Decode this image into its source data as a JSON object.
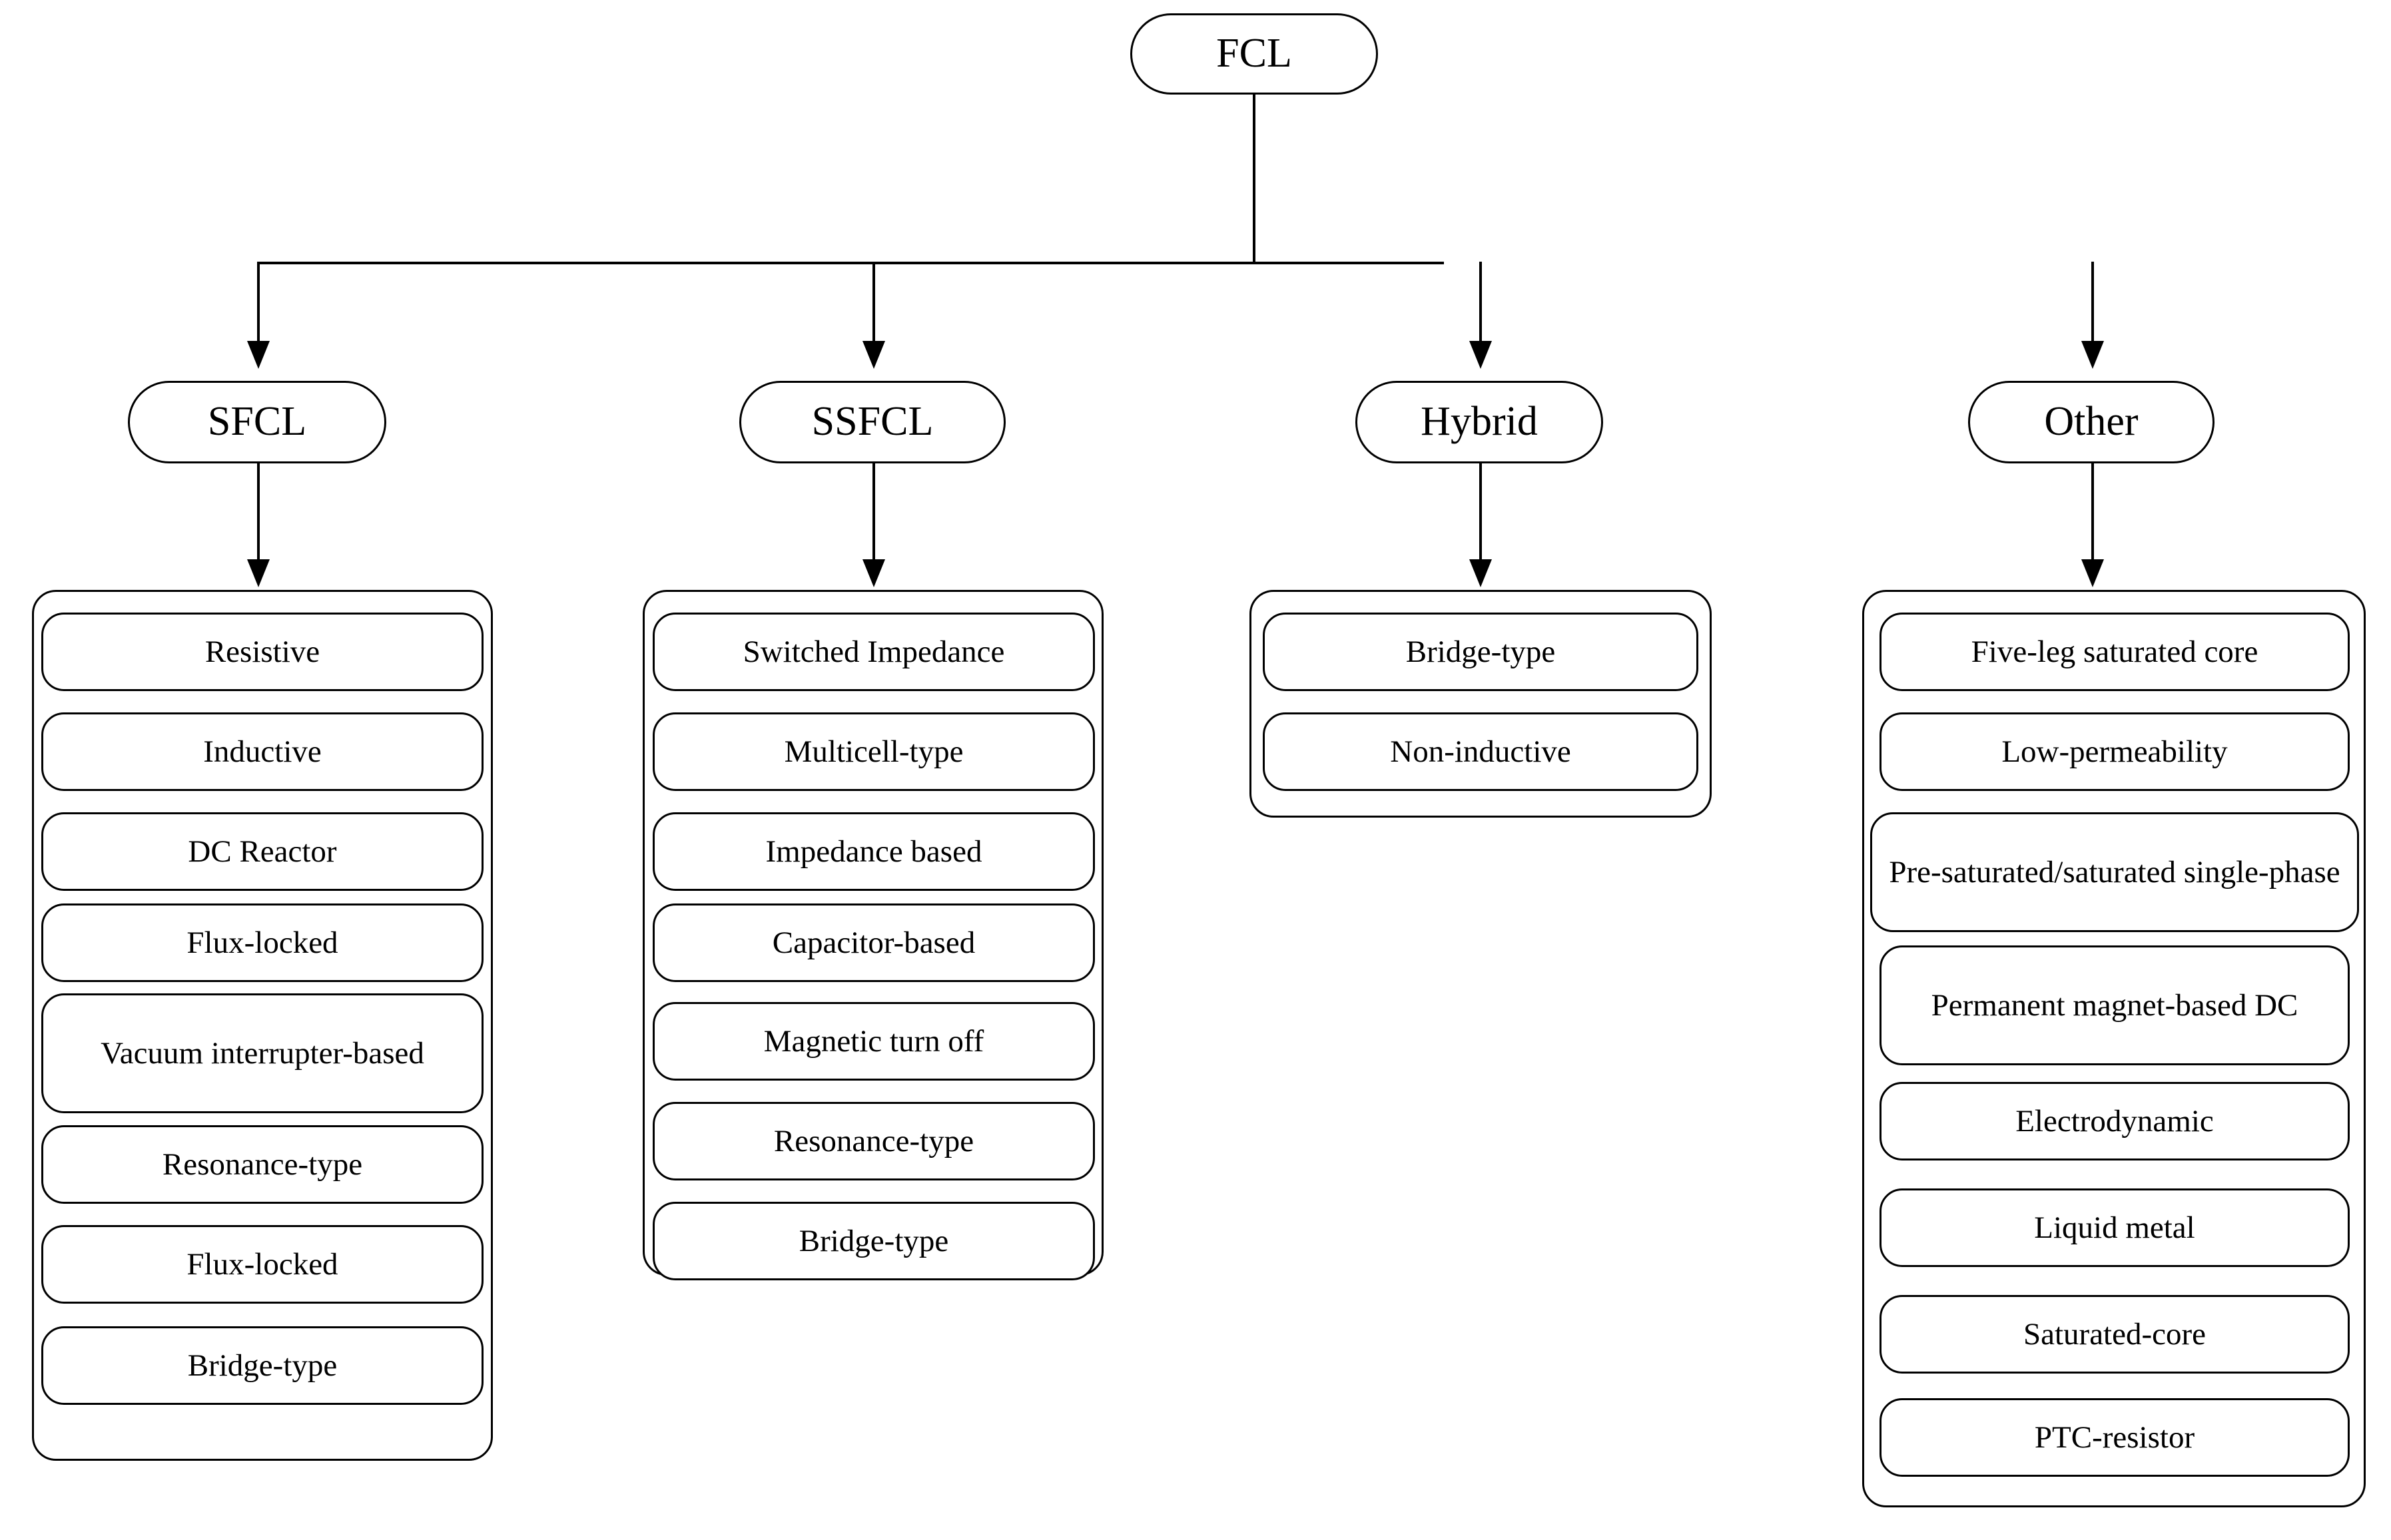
{
  "diagram": {
    "title": "FCL classification tree",
    "root": {
      "label": "FCL"
    },
    "branches": [
      {
        "id": "sfcl",
        "label": "SFCL",
        "items": [
          {
            "label": "Resistive"
          },
          {
            "label": "Inductive"
          },
          {
            "label": "DC Reactor"
          },
          {
            "label": "Flux-locked"
          },
          {
            "label": "Vacuum interrupter-based"
          },
          {
            "label": "Resonance-type"
          },
          {
            "label": "Flux-locked"
          },
          {
            "label": "Bridge-type"
          }
        ]
      },
      {
        "id": "ssfcl",
        "label": "SSFCL",
        "items": [
          {
            "label": "Switched Impedance"
          },
          {
            "label": "Multicell-type"
          },
          {
            "label": "Impedance based"
          },
          {
            "label": "Capacitor-based"
          },
          {
            "label": "Magnetic turn off"
          },
          {
            "label": "Resonance-type"
          },
          {
            "label": "Bridge-type"
          }
        ]
      },
      {
        "id": "hybrid",
        "label": "Hybrid",
        "items": [
          {
            "label": "Bridge-type"
          },
          {
            "label": "Non-inductive"
          }
        ]
      },
      {
        "id": "other",
        "label": "Other",
        "items": [
          {
            "label": "Five-leg saturated core"
          },
          {
            "label": "Low-permeability"
          },
          {
            "label": "Pre-saturated/saturated single-phase"
          },
          {
            "label": "Permanent magnet-based DC"
          },
          {
            "label": "Electrodynamic"
          },
          {
            "label": "Liquid metal"
          },
          {
            "label": "Saturated-core"
          },
          {
            "label": "PTC-resistor"
          }
        ]
      }
    ],
    "colors": {
      "stroke": "#000000",
      "background": "#ffffff",
      "text": "#000000"
    }
  }
}
